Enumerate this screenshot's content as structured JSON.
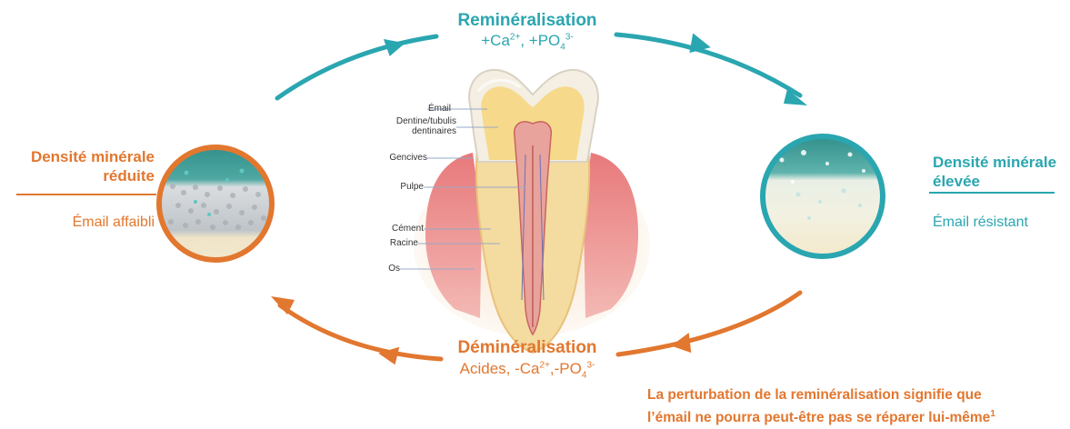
{
  "colors": {
    "teal": "#2aa6b0",
    "orange": "#e2772f",
    "gum": "#e58a8a",
    "enamel": "#f4efe2",
    "dentin": "#f6d98b"
  },
  "top": {
    "title": "Reminéralisation",
    "formula_prefix": "+Ca",
    "formula_sup1": "2+",
    "formula_mid": ", +PO",
    "formula_sub": "4",
    "formula_sup2": "3-"
  },
  "bottom": {
    "title": "Déminéralisation",
    "formula_prefix": "Acides, -Ca",
    "formula_sup1": "2+",
    "formula_mid": ",-PO",
    "formula_sub": "4",
    "formula_sup2": "3-"
  },
  "left": {
    "title_line1": "Densité minérale",
    "title_line2": "réduite",
    "subtitle": "Émail affaibli"
  },
  "right": {
    "title_line1": "Densité minérale",
    "title_line2": "élevée",
    "subtitle": "Émail résistant"
  },
  "tooth_labels": {
    "email": "Émail",
    "dentine_line1": "Dentine/tubulis",
    "dentine_line2": "dentinaires",
    "gencives": "Gencives",
    "pulpe": "Pulpe",
    "cement": "Cément",
    "racine": "Racine",
    "os": "Os"
  },
  "note": {
    "line1": "La perturbation de la reminéralisation signifie que",
    "line2": "l’émail ne pourra peut-être pas se réparer lui-même",
    "footnote": "1"
  }
}
